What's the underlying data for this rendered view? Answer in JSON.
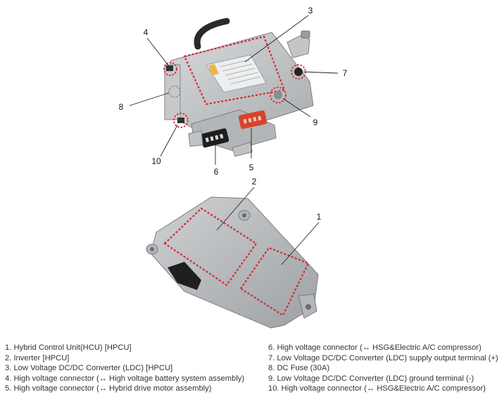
{
  "callouts": [
    "1",
    "2",
    "3",
    "4",
    "5",
    "6",
    "7",
    "8",
    "9",
    "10"
  ],
  "legend_left": [
    "1. Hybrid Control Unit(HCU) [HPCU]",
    "2. Inverter [HPCU]",
    "3. Low Voltage DC/DC Converter (LDC) [HPCU]",
    "4. High voltage connector (↔ High voltage battery system assembly)",
    "5. High voltage connector (↔ Hybrid drive motor assembly)"
  ],
  "legend_right": [
    "6. High voltage connector (↔ HSG&Electric A/C compressor)",
    "7. Low Voltage DC/DC Converter (LDC) supply output terminal (+)",
    "8. DC Fuse (30A)",
    "9. Low Voltage DC/DC Converter (LDC) ground terminal (-)",
    "10. High voltage connector (↔ HSG&Electric A/C compressor)"
  ],
  "colors": {
    "highlight": "#d9262c",
    "housing": "#b8bbbe",
    "connector_orange": "#d7442b"
  }
}
